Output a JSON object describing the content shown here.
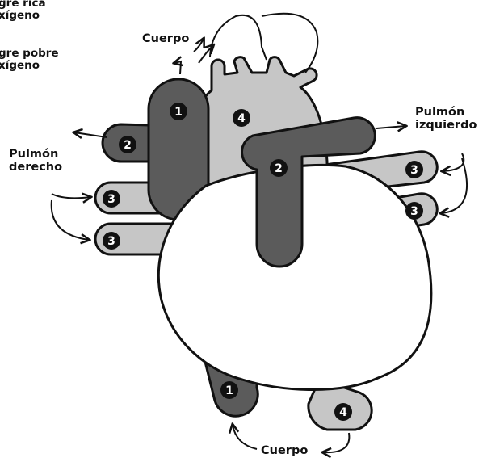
{
  "legend": {
    "rich_label": "gre rica\nxígeno",
    "poor_label": "gre pobre\nxígeno"
  },
  "labels": {
    "body_top": "Cuerpo",
    "body_bottom": "Cuerpo",
    "lung_left": "Pulmón\nizquierdo",
    "lung_right": "Pulmón\nderecho"
  },
  "vessel_numbers": {
    "svc": "1",
    "ivc": "1",
    "right_pulmonary_artery": "2",
    "pulmonary_trunk": "2",
    "right_pulmonary_vein_upper": "3",
    "right_pulmonary_vein_lower": "3",
    "left_pulmonary_vein_upper": "3",
    "left_pulmonary_vein_lower": "3",
    "aorta": "4",
    "descending_aorta": "4"
  },
  "colors": {
    "oxygen_poor": "#5b5b5b",
    "oxygen_rich": "#c6c6c6",
    "heart": "#ffffff",
    "outline": "#111111"
  }
}
